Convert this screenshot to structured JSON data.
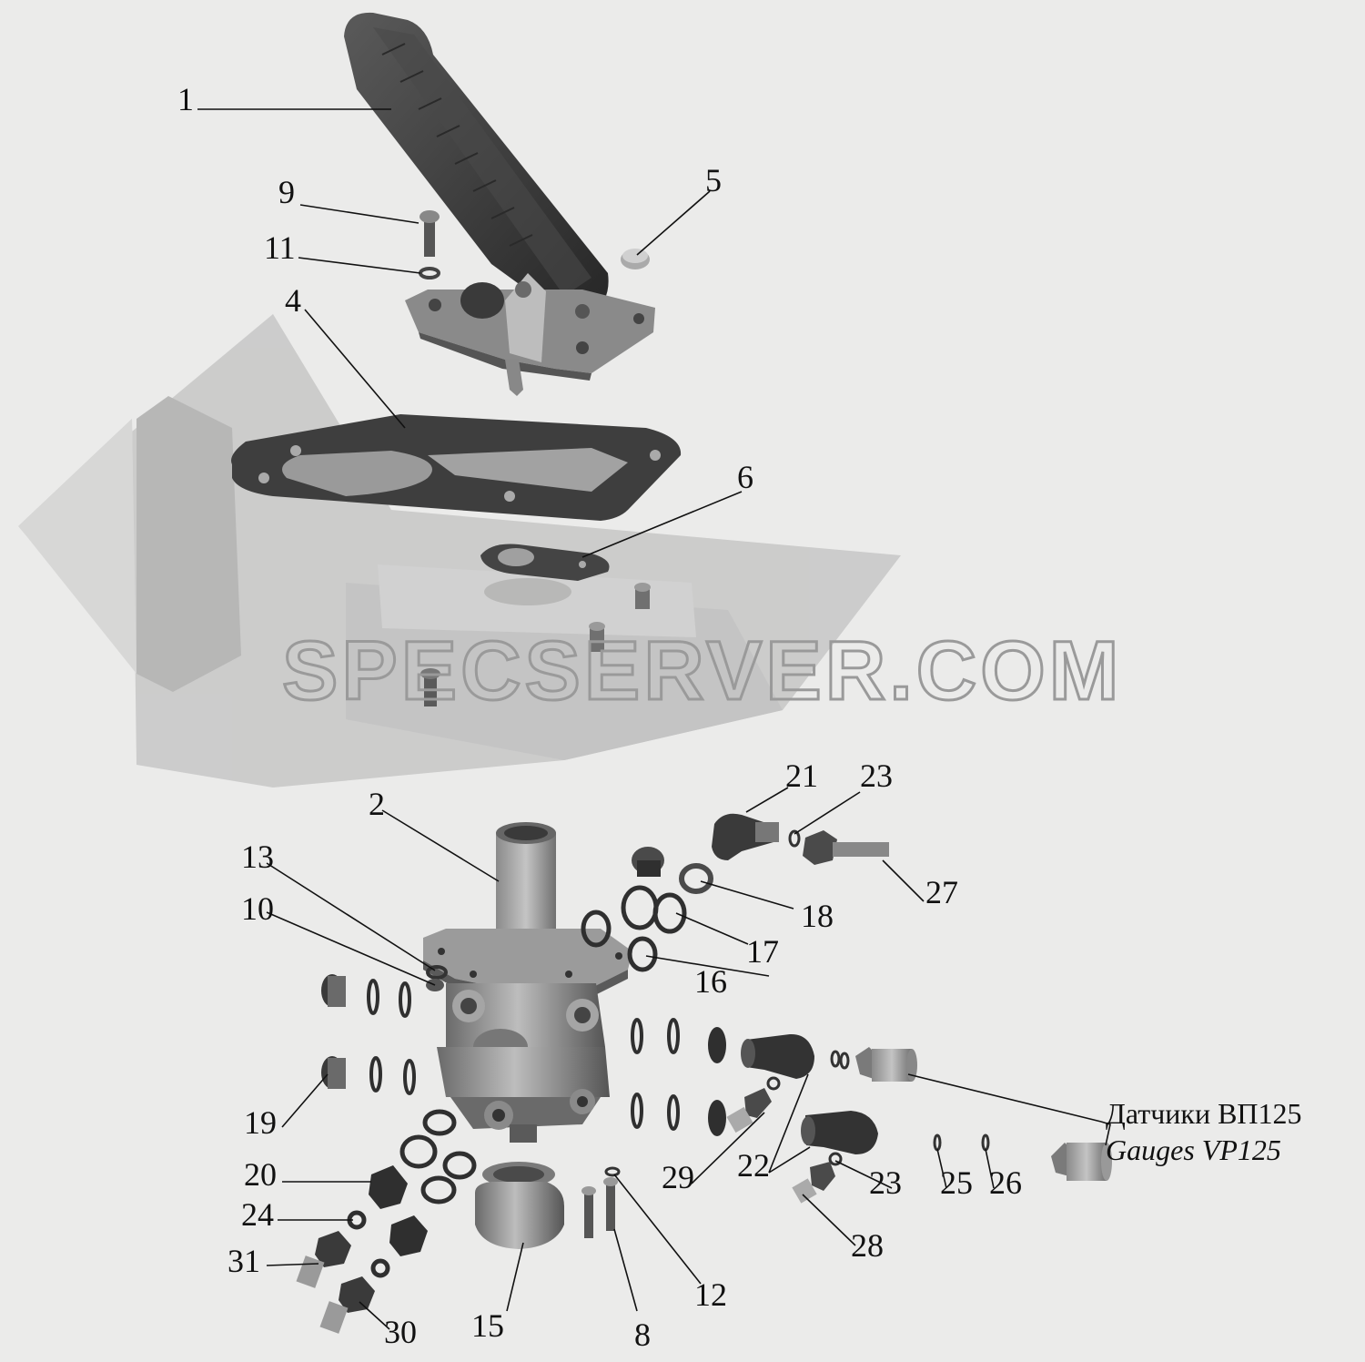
{
  "watermark": "SPECSERVER.COM",
  "callouts": {
    "c1": "1",
    "c2": "2",
    "c4": "4",
    "c5": "5",
    "c6": "6",
    "c8": "8",
    "c9": "9",
    "c10": "10",
    "c11": "11",
    "c12": "12",
    "c13": "13",
    "c15": "15",
    "c16": "16",
    "c17": "17",
    "c18": "18",
    "c19": "19",
    "c20": "20",
    "c21": "21",
    "c22": "22",
    "c23a": "23",
    "c23b": "23",
    "c24": "24",
    "c25": "25",
    "c26": "26",
    "c27": "27",
    "c28": "28",
    "c29": "29",
    "c30": "30",
    "c31": "31"
  },
  "caption": {
    "ru": "Датчики ВП125",
    "en": "Gauges VP125"
  },
  "colors": {
    "background": "#ebebea",
    "part_dark": "#3a3a3a",
    "part_mid": "#6a6a6a",
    "part_light": "#9c9c9c",
    "floor_panel": "#b9b9b9"
  }
}
